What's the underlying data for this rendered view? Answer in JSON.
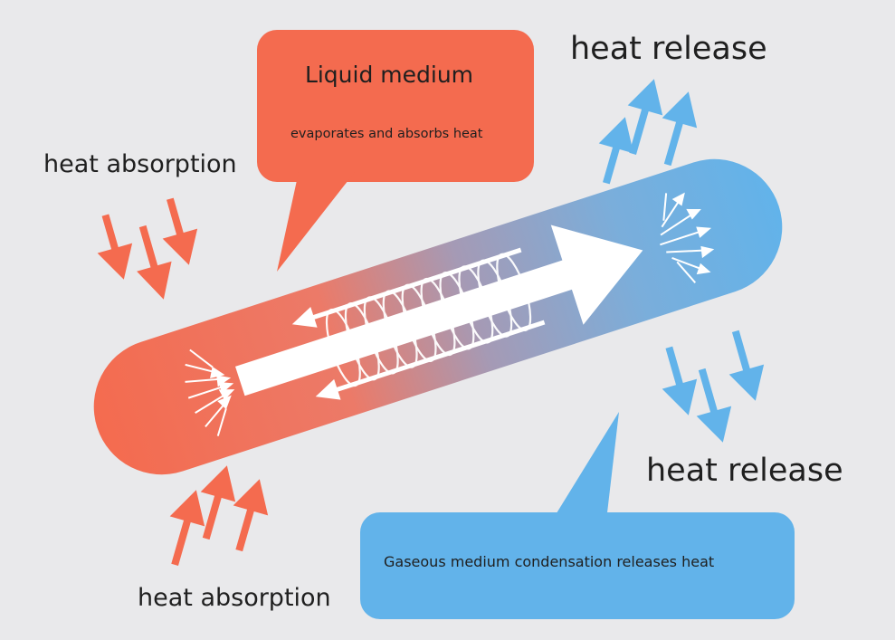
{
  "colors": {
    "background": "#e9e9eb",
    "hot": "#f46b4f",
    "cold": "#62b3ea",
    "arrow_white": "#ffffff"
  },
  "labels": {
    "heat_absorption_top": "heat absorption",
    "heat_absorption_bottom": "heat absorption",
    "heat_release_top": "heat release",
    "heat_release_bottom": "heat release"
  },
  "callouts": {
    "liquid": {
      "title": "Liquid medium",
      "text": "evaporates and absorbs heat"
    },
    "gas": {
      "text": "Gaseous medium condensation releases heat"
    }
  },
  "icons": {
    "absorb_arrows": "arrow-down-icon",
    "release_arrows": "arrow-up-icon",
    "flow": "flow-arrow-icon",
    "spring": "wick-spring-icon"
  }
}
